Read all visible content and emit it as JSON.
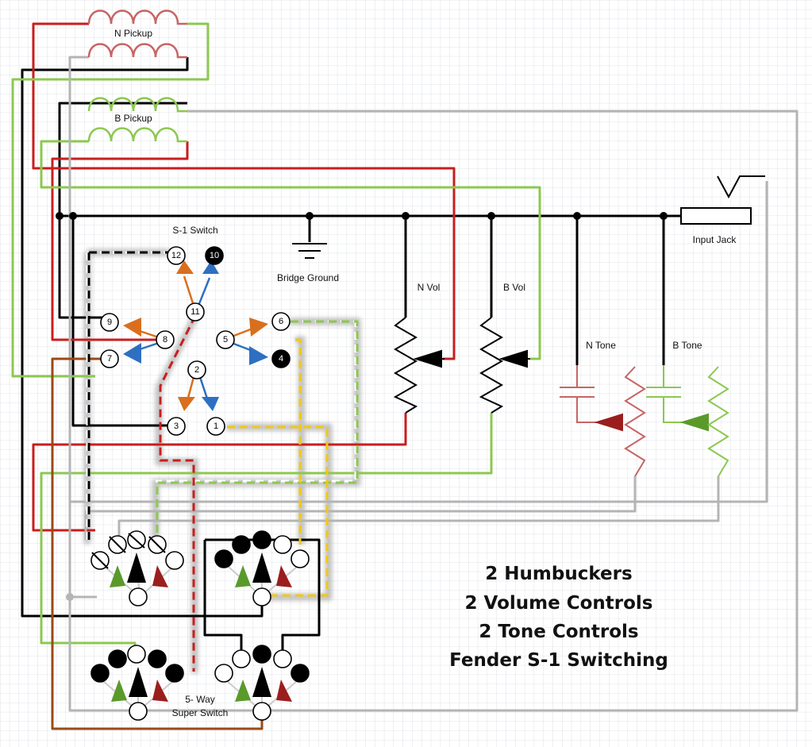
{
  "labels": {
    "n_pickup": "N Pickup",
    "b_pickup": "B Pickup",
    "s1_switch": "S-1 Switch",
    "bridge_ground": "Bridge Ground",
    "input_jack": "Input Jack",
    "n_vol": "N Vol",
    "b_vol": "B Vol",
    "n_tone": "N Tone",
    "b_tone": "B Tone",
    "super_switch_line1": "5- Way",
    "super_switch_line2": "Super Switch"
  },
  "title_lines": [
    "2 Humbuckers",
    "2 Volume Controls",
    "2 Tone Controls",
    "Fender S-1 Switching"
  ],
  "s1_terminals": [
    "1",
    "2",
    "3",
    "4",
    "5",
    "6",
    "7",
    "8",
    "9",
    "10",
    "11",
    "12"
  ],
  "colors": {
    "red": "#c81e1e",
    "green": "#8cc850",
    "gray": "#b4b4b4",
    "black": "#000000",
    "brown": "#9a4a14",
    "orange": "#d96f1e",
    "blue": "#2e6fc2",
    "yellow": "#f0c814",
    "white": "#ffffff",
    "grid": "#d8dbe2"
  }
}
